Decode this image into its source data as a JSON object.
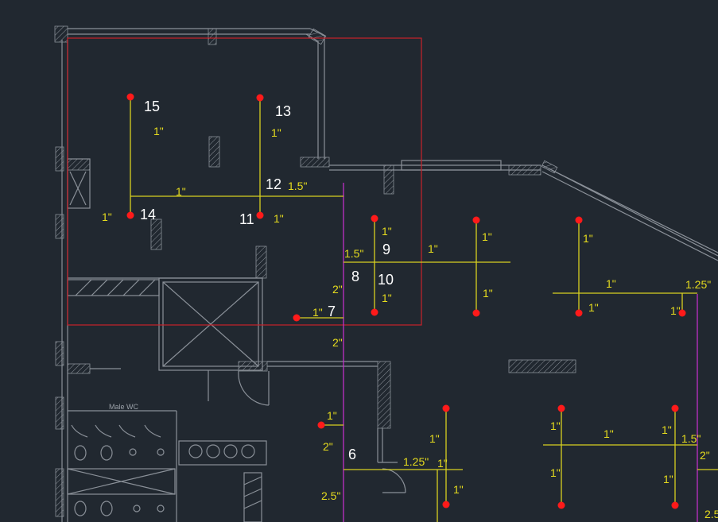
{
  "drawing": {
    "room_label": "Male WC",
    "node_numbers": {
      "n15": "15",
      "n13": "13",
      "n12": "12",
      "n14": "14",
      "n11": "11",
      "n9": "9",
      "n8": "8",
      "n10": "10",
      "n7": "7",
      "n6": "6"
    },
    "pipe_sizes": [
      "1\"",
      "1\"",
      "1\"",
      "1.5\"",
      "1\"",
      "1\"",
      "1\"",
      "1.5\"",
      "1\"",
      "2\"",
      "1\"",
      "1\"",
      "1\"",
      "1\"",
      "1\"",
      "1\"",
      "1.25\"",
      "1\"",
      "1\"",
      "2\"",
      "1\"",
      "2\"",
      "1\"",
      "1\"",
      "1.25\"",
      "1\"",
      "1\"",
      "1\"",
      "1\"",
      "1\"",
      "1.5\"",
      "2\"",
      "1\"",
      "2.5\"",
      "2.5"
    ],
    "colors": {
      "background": "#212830",
      "walls": "#8a9098",
      "pipes": "#d8d020",
      "riser": "#c030c8",
      "selection": "#c8222a",
      "nodes": "#ff1a1a",
      "numbers": "#ffffff",
      "dimensions": "#e6dc1e"
    }
  }
}
